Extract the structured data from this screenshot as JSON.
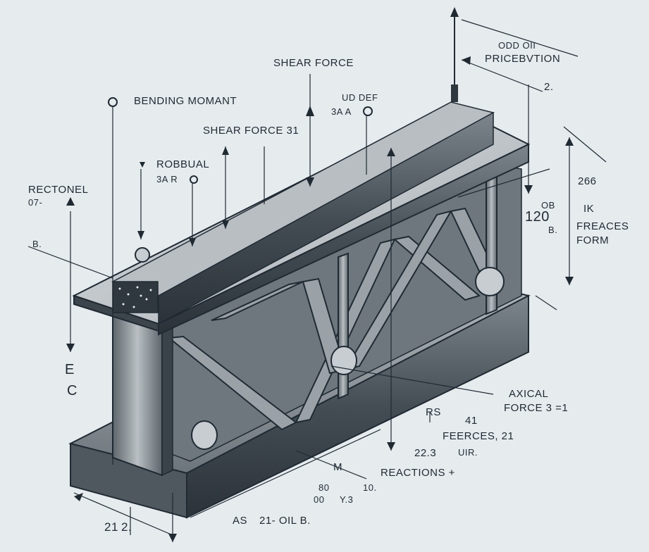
{
  "labels": {
    "shear_force_top": "SHEAR FORCE",
    "prictevtion_small": "ODD OII",
    "prictevtion": "PRICEBVTION",
    "prictevtion_num": "2.",
    "bending_moment": "BENDING MOMANT",
    "ud_def": "UD DEF",
    "ud_def_sub": "3A A",
    "shear_force_31": "SHEAR FORCE 31",
    "robbual": "ROBBUAL",
    "robbual_sub": "3A R",
    "rectonel": "RECTONEL",
    "rectonel_sub": "07-",
    "b_left": "B.",
    "dim_266": "266",
    "dim_120_small": "OB",
    "dim_120": "120",
    "dim_120_b": "B.",
    "ik": "IK",
    "freaces": "FREACES",
    "form": "FORM",
    "e_left": "E",
    "c_left": "C",
    "axical": "AXICAL",
    "force_3": "FORCE 3  =1",
    "rs": "RS",
    "num_41": "41",
    "feerces": "FEERCES, 21",
    "dim_223": "22.3",
    "uir": "UIR.",
    "m_label": "M",
    "reactions": "REACTIONS +",
    "dim_80": "80",
    "dim_10": "10.",
    "dim_00": "00",
    "dim_y3": "Y.3",
    "dim_21_left": "21",
    "dim_2": "2.",
    "as_label": "AS",
    "bottom_21": "21-  OIL B."
  },
  "colors": {
    "background": "#e6ebee",
    "ink": "#1f2a33",
    "beam_top": "#c9ced2",
    "beam_side": "#4c565e",
    "web": "#8e979e",
    "shadow": "#2a333a"
  }
}
